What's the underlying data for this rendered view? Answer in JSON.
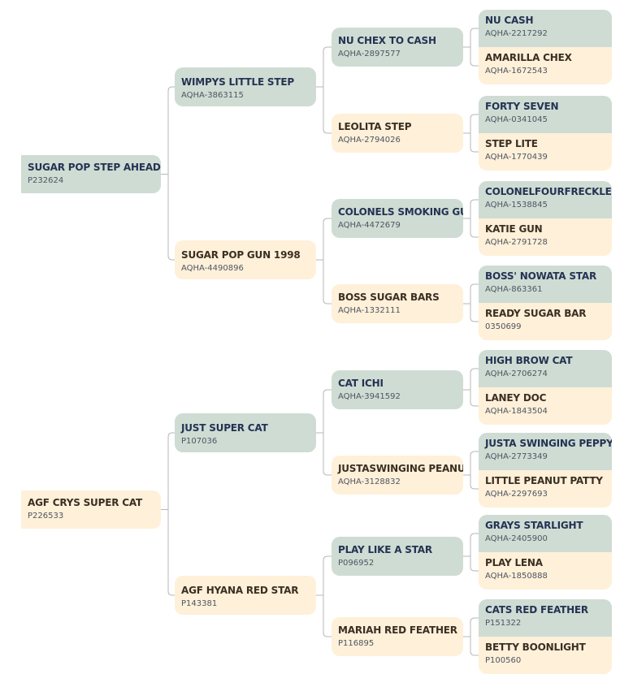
{
  "pedigree": {
    "g0": [
      {
        "name": "SUGAR POP STEP AHEAD",
        "reg": "P232624"
      },
      {
        "name": "AGF CRYS SUPER CAT",
        "reg": "P226533"
      }
    ],
    "g1": [
      {
        "name": "WIMPYS LITTLE STEP",
        "reg": "AQHA-3863115"
      },
      {
        "name": "SUGAR POP GUN 1998",
        "reg": "AQHA-4490896"
      },
      {
        "name": "JUST SUPER CAT",
        "reg": "P107036"
      },
      {
        "name": "AGF HYANA RED STAR",
        "reg": "P143381"
      }
    ],
    "g2": [
      {
        "name": "NU CHEX TO CASH",
        "reg": "AQHA-2897577"
      },
      {
        "name": "LEOLITA STEP",
        "reg": "AQHA-2794026"
      },
      {
        "name": "COLONELS SMOKING GUN",
        "reg": "AQHA-4472679"
      },
      {
        "name": "BOSS SUGAR BARS",
        "reg": "AQHA-1332111"
      },
      {
        "name": "CAT ICHI",
        "reg": "AQHA-3941592"
      },
      {
        "name": "JUSTASWINGING PEANUT",
        "reg": "AQHA-3128832"
      },
      {
        "name": "PLAY LIKE A STAR",
        "reg": "P096952"
      },
      {
        "name": "MARIAH RED FEATHER",
        "reg": "P116895"
      }
    ],
    "g3": [
      {
        "name": "NU CASH",
        "reg": "AQHA-2217292"
      },
      {
        "name": "AMARILLA CHEX",
        "reg": "AQHA-1672543"
      },
      {
        "name": "FORTY SEVEN",
        "reg": "AQHA-0341045"
      },
      {
        "name": "STEP LITE",
        "reg": "AQHA-1770439"
      },
      {
        "name": "COLONELFOURFRECKLE",
        "reg": "AQHA-1538845"
      },
      {
        "name": "KATIE GUN",
        "reg": "AQHA-2791728"
      },
      {
        "name": "BOSS' NOWATA STAR",
        "reg": "AQHA-863361"
      },
      {
        "name": "READY SUGAR BAR",
        "reg": "0350699"
      },
      {
        "name": "HIGH BROW CAT",
        "reg": "AQHA-2706274"
      },
      {
        "name": "LANEY DOC",
        "reg": "AQHA-1843504"
      },
      {
        "name": "JUSTA SWINGING PEPPY",
        "reg": "AQHA-2773349"
      },
      {
        "name": "LITTLE PEANUT PATTY",
        "reg": "AQHA-2297693"
      },
      {
        "name": "GRAYS STARLIGHT",
        "reg": "AQHA-2405900"
      },
      {
        "name": "PLAY LENA",
        "reg": "AQHA-1850888"
      },
      {
        "name": "CATS RED FEATHER",
        "reg": "P151322"
      },
      {
        "name": "BETTY BOONLIGHT",
        "reg": "P100560"
      }
    ]
  },
  "colors": {
    "sire_box": "#cfdcd4",
    "dam_box": "#fff0d9",
    "connector": "#b7b7b7"
  }
}
